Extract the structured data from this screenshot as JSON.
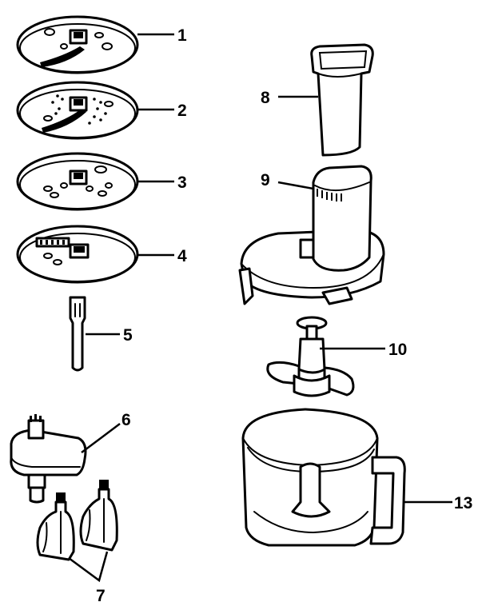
{
  "diagram": {
    "callouts": [
      "1",
      "2",
      "3",
      "4",
      "5",
      "6",
      "7",
      "8",
      "9",
      "10",
      "13"
    ]
  }
}
